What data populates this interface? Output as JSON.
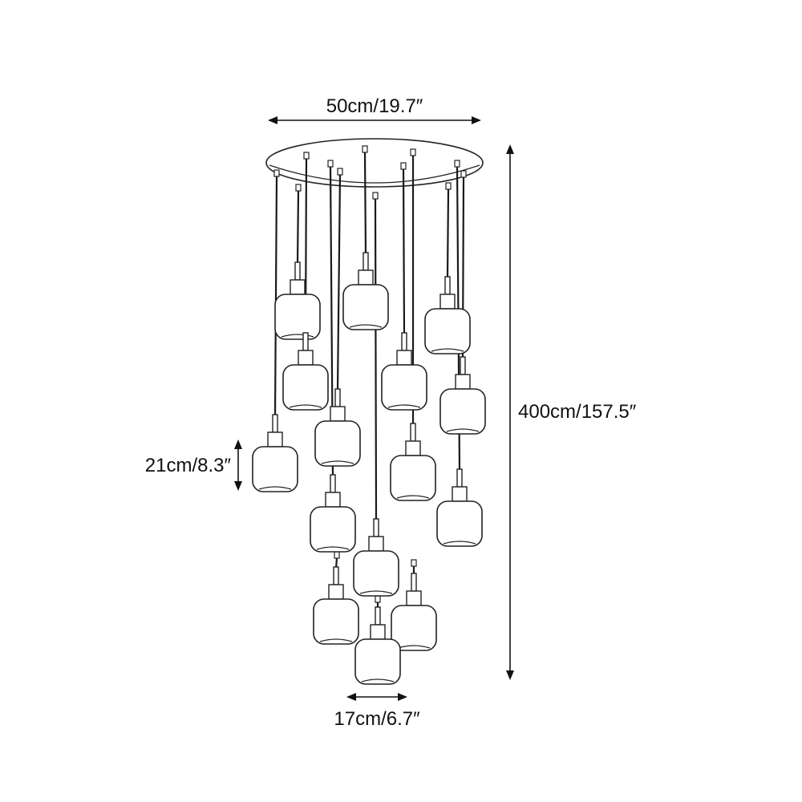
{
  "dimensions": {
    "canopy_diameter": "50cm/19.7″",
    "total_height": "400cm/157.5″",
    "shade_height": "21cm/8.3″",
    "shade_width": "17cm/6.7″"
  },
  "pendant_count": 15,
  "colors": {
    "line": "#222222",
    "background": "#ffffff"
  }
}
